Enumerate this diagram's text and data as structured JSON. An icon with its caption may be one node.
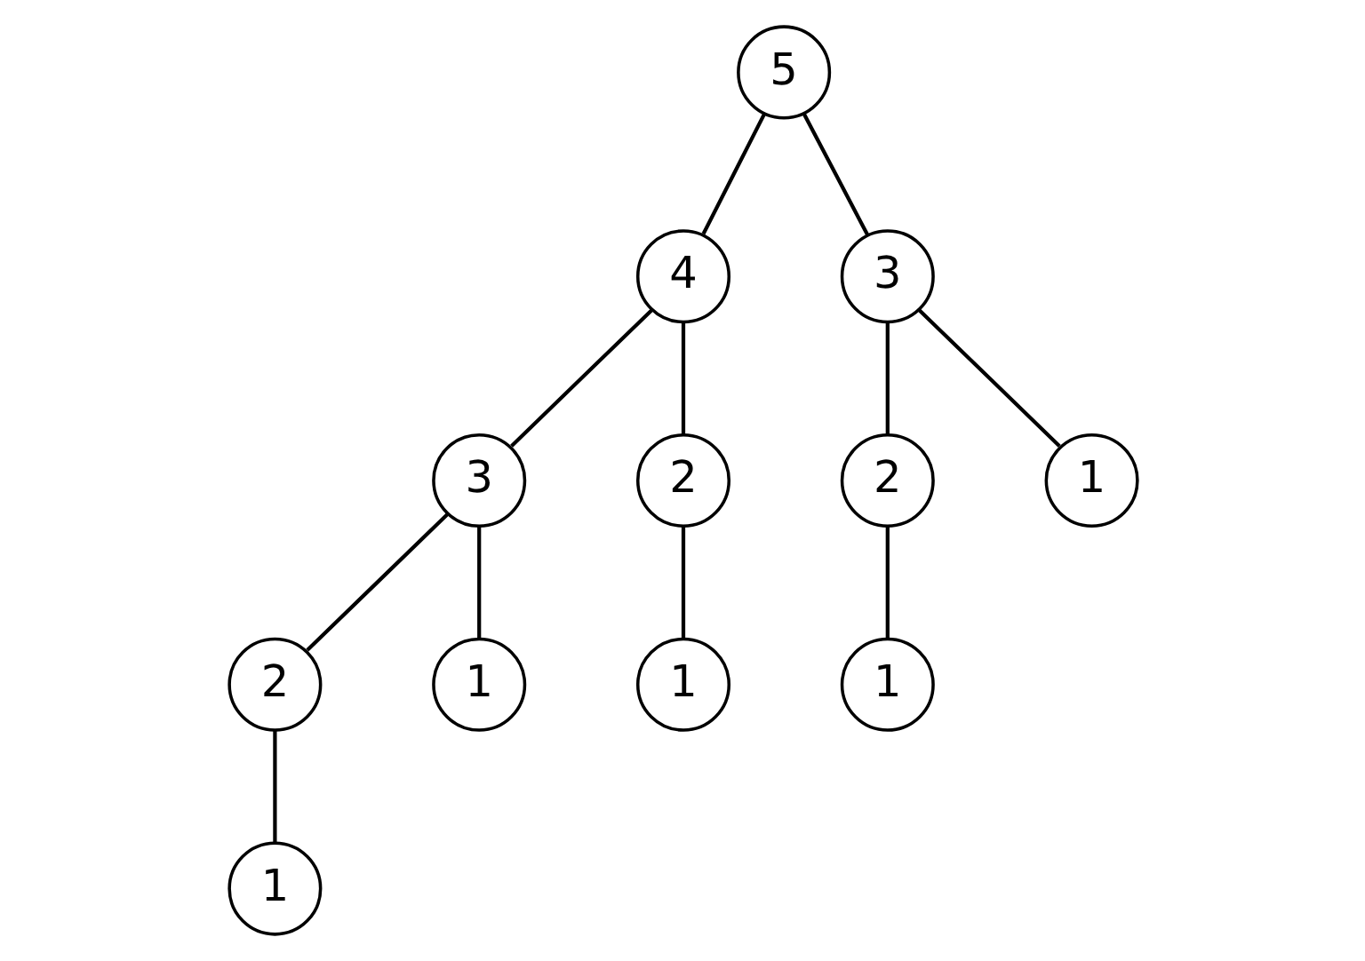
{
  "diagram": {
    "nodes": [
      {
        "text": [
          "5"
        ]
      },
      {
        "text": [
          "4"
        ]
      },
      {
        "text": [
          "3"
        ]
      },
      {
        "text": [
          "3"
        ]
      },
      {
        "text": [
          "2"
        ]
      },
      {
        "text": [
          "2"
        ]
      },
      {
        "text": [
          "1"
        ]
      },
      {
        "text": [
          "2"
        ]
      },
      {
        "text": [
          "1"
        ]
      },
      {
        "text": [
          "1"
        ]
      },
      {
        "text": [
          "1"
        ]
      },
      {
        "text": [
          "1"
        ]
      }
    ],
    "edges": [
      {
        "from": 0,
        "to": 1,
        "arrow": "none"
      },
      {
        "from": 0,
        "to": 2,
        "arrow": "none"
      },
      {
        "from": 1,
        "to": 3,
        "arrow": "none"
      },
      {
        "from": 1,
        "to": 4,
        "arrow": "none"
      },
      {
        "from": 2,
        "to": 5,
        "arrow": "none"
      },
      {
        "from": 2,
        "to": 6,
        "arrow": "none"
      },
      {
        "from": 3,
        "to": 7,
        "arrow": "none"
      },
      {
        "from": 3,
        "to": 8,
        "arrow": "none"
      },
      {
        "from": 4,
        "to": 9,
        "arrow": "none"
      },
      {
        "from": 5,
        "to": 10,
        "arrow": "none"
      },
      {
        "from": 7,
        "to": 11,
        "arrow": "none"
      }
    ]
  }
}
